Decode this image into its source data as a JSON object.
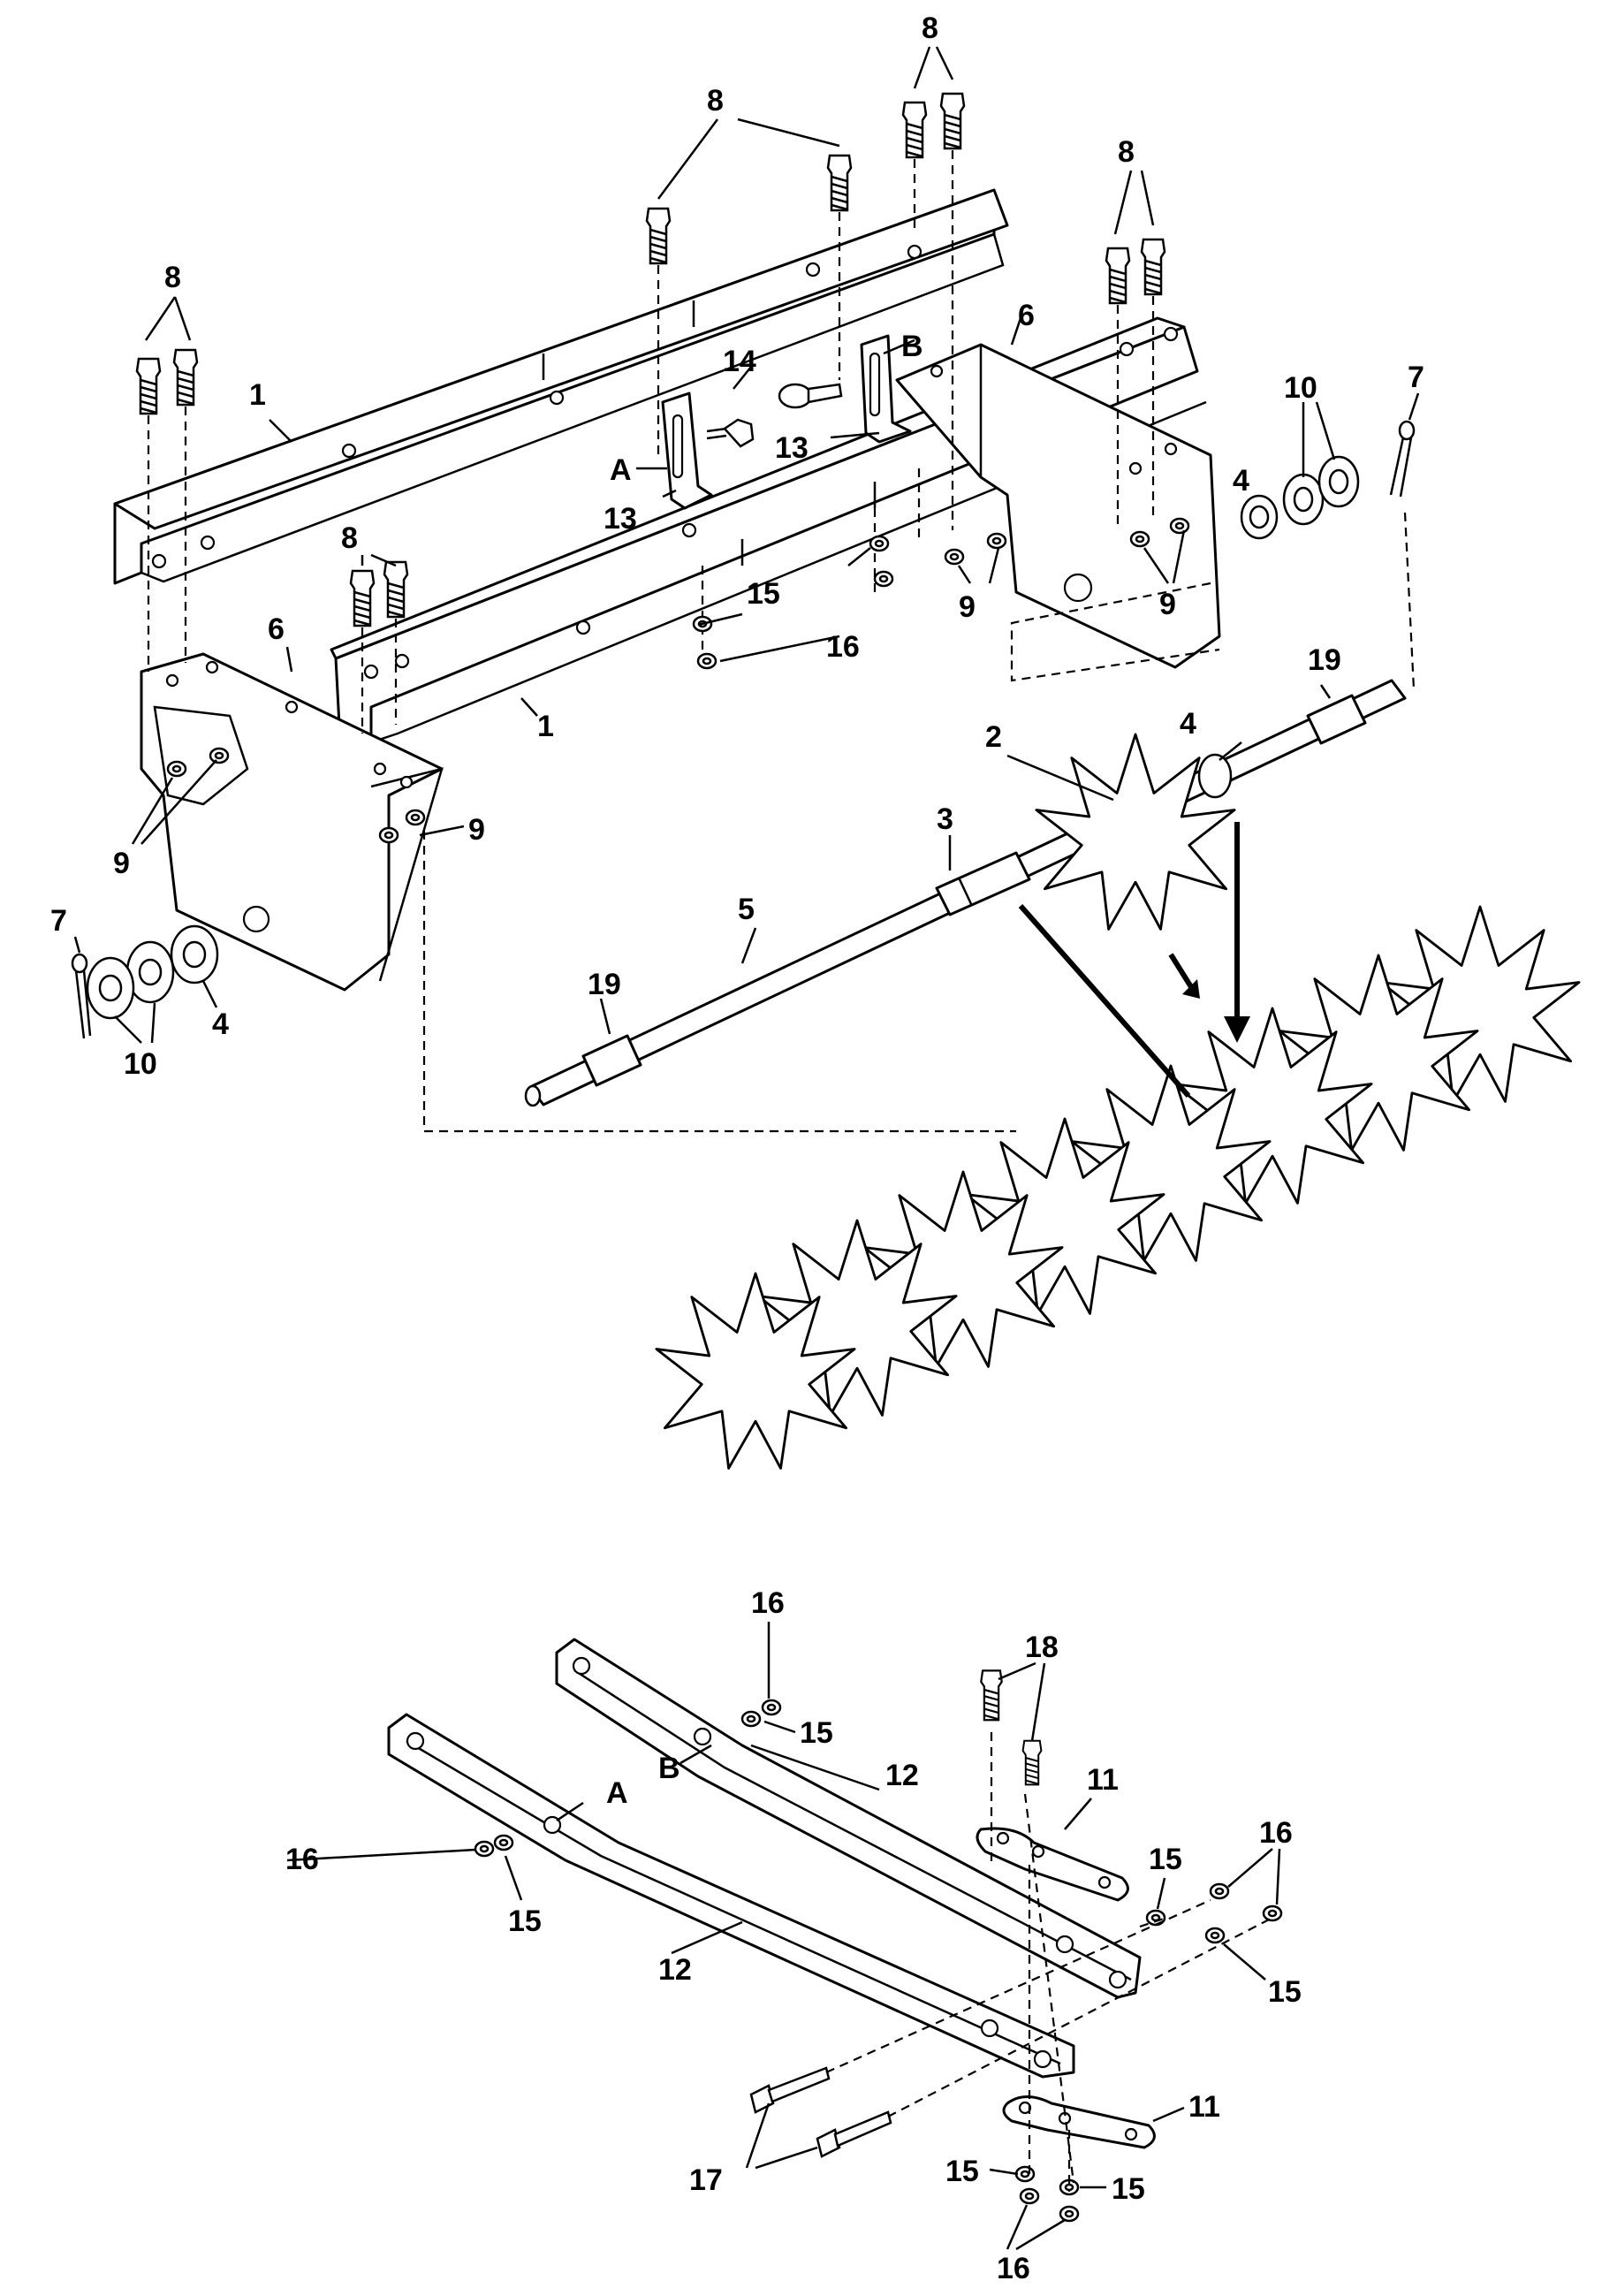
{
  "callouts": {
    "n8a": "8",
    "n8b": "8",
    "n8c": "8",
    "n8d": "8",
    "n8e": "8",
    "n1a": "1",
    "n1b": "1",
    "n6a": "6",
    "n6b": "6",
    "n14": "14",
    "nB1": "B",
    "nA1": "A",
    "n13a": "13",
    "n13b": "13",
    "n15a": "15",
    "n16a": "16",
    "n9a": "9",
    "n9b": "9",
    "n9c": "9",
    "n9d": "9",
    "n10a": "10",
    "n10b": "10",
    "n7a": "7",
    "n7b": "7",
    "n4a": "4",
    "n4b": "4",
    "n4c": "4",
    "n19a": "19",
    "n19b": "19",
    "n2": "2",
    "n3": "3",
    "n5": "5",
    "n16b": "16",
    "n15b": "15",
    "n18": "18",
    "nB2": "B",
    "n12a": "12",
    "nA2": "A",
    "n11a": "11",
    "n16c": "16",
    "n15c": "15",
    "n16d": "16",
    "n15d": "15",
    "n15e": "15",
    "n12b": "12",
    "n17": "17",
    "n11b": "11",
    "n15f": "15",
    "n15g": "15",
    "n16e": "16"
  },
  "parts": {
    "angle_upper": "1",
    "angle_lower": "1",
    "spiker_wheel": "2",
    "spacer_tube": "3",
    "bearing": "4",
    "axle": "5",
    "side_plate": "6",
    "cotter_pin": "7",
    "carriage_bolt": "8",
    "hex_nut": "9",
    "washer": "10",
    "hitch_plate": "11",
    "hitch_bar": "12",
    "bracket": "13",
    "pin": "14",
    "lock_washer": "15",
    "nut": "16",
    "bolt": "17",
    "bolt_short": "18",
    "spacer": "19"
  }
}
